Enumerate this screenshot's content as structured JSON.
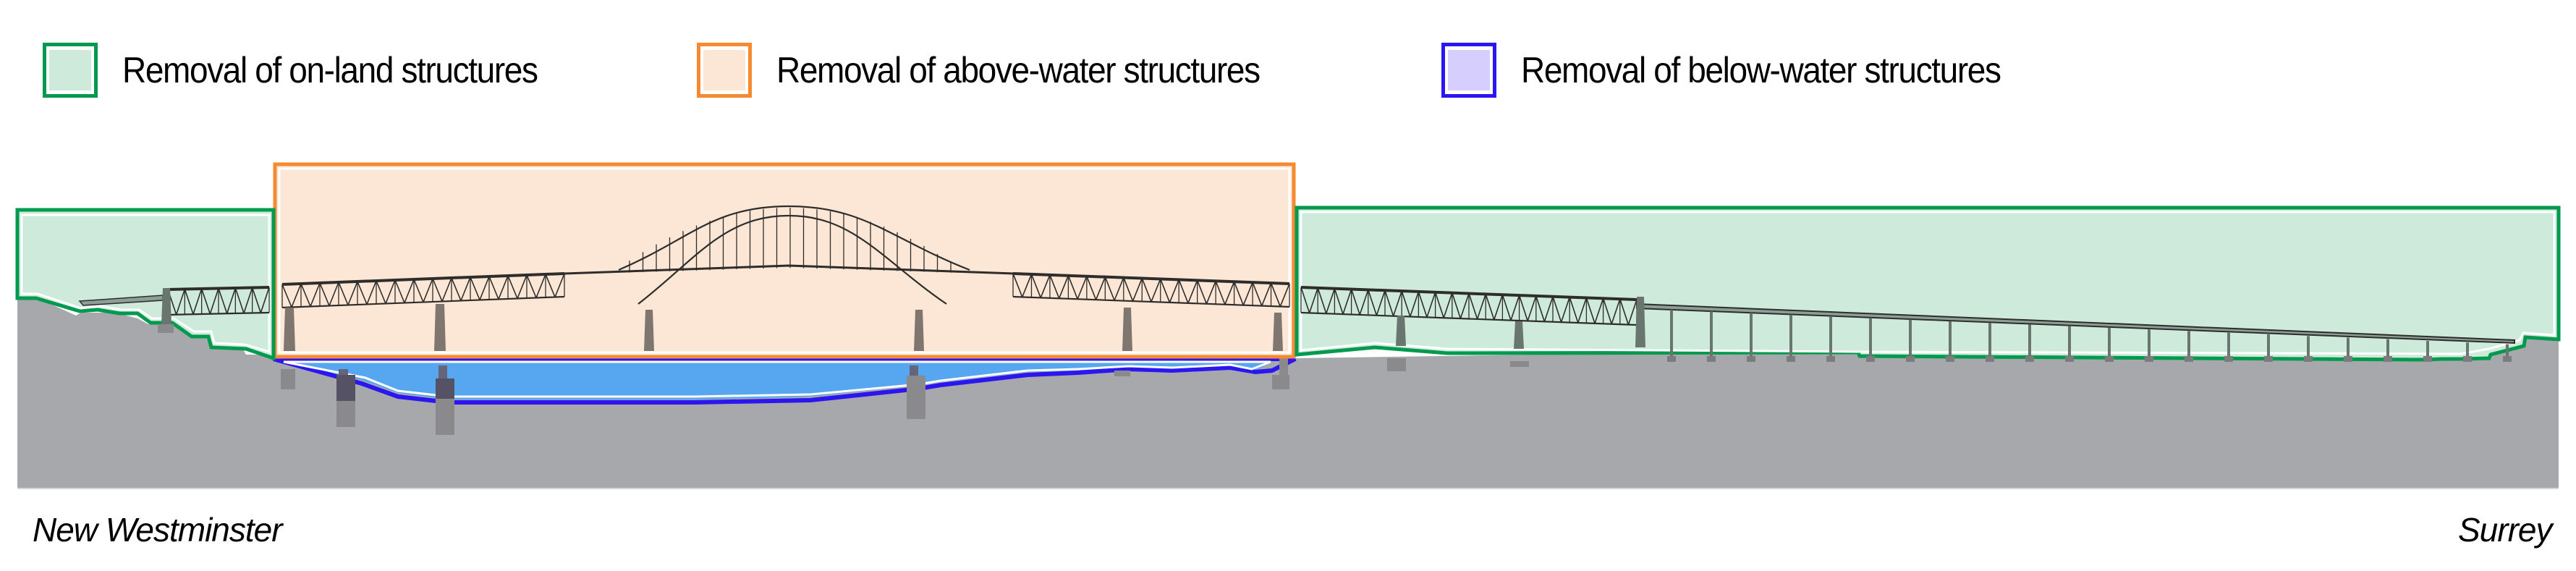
{
  "legend": [
    {
      "label": "Removal of on-land structures",
      "border": "#009a4e",
      "fill": "#ceeadb"
    },
    {
      "label": "Removal of above-water structures",
      "border": "#f58a32",
      "fill": "#fce6d5"
    },
    {
      "label": "Removal of below-water structures",
      "border": "#2b16f0",
      "fill": "#d6cffd"
    }
  ],
  "places": {
    "left": "New Westminster",
    "right": "Surrey"
  },
  "colors": {
    "ground": "#a7a8ab",
    "water": "#57a6f0",
    "truss": "#2f2d2b",
    "pier_above": "#7f766f",
    "pier_land": "#69766f",
    "footing": "#8a8a8c"
  }
}
